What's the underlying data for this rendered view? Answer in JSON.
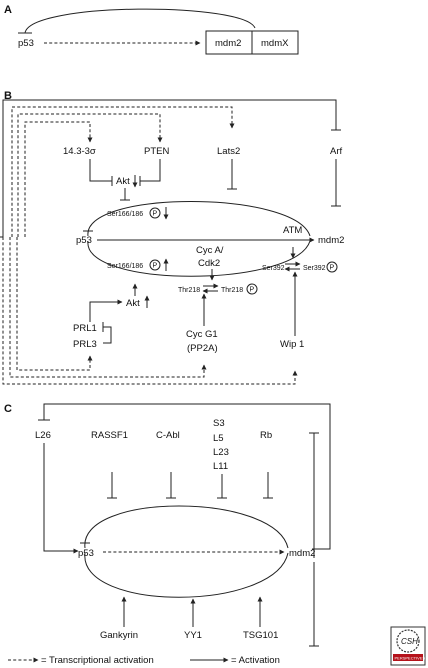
{
  "panels": {
    "a": "A",
    "b": "B",
    "c": "C"
  },
  "panel_a": {
    "p53": "p53",
    "mdm2": "mdm2",
    "mdmX": "mdmX"
  },
  "panel_b": {
    "sigma": "14.3-3σ",
    "pten": "PTEN",
    "lats2": "Lats2",
    "arf": "Arf",
    "akt": "Akt",
    "p53": "p53",
    "mdm2": "mdm2",
    "ser166_top": "Ser166/186",
    "ser166_bot": "Ser166/186",
    "cyca_l1": "Cyc A/",
    "cyca_l2": "Cdk2",
    "atm": "ATM",
    "ser392_l": "Ser392",
    "ser392_r": "Ser392",
    "thr218_l": "Thr218",
    "thr218_r": "Thr218",
    "akt2": "Akt",
    "prl1": "PRL1",
    "prl3": "PRL3",
    "cycg1_l1": "Cyc G1",
    "cycg1_l2": "(PP2A)",
    "wip1": "Wip 1",
    "phospho": "P"
  },
  "panel_c": {
    "l26": "L26",
    "rassf1": "RASSF1",
    "cabl": "C-Abl",
    "ribo": [
      "S3",
      "L5",
      "L23",
      "L11"
    ],
    "rb": "Rb",
    "p53": "p53",
    "mdm2": "mdm2",
    "gankyrin": "Gankyrin",
    "yy1": "YY1",
    "tsg101": "TSG101"
  },
  "legend": {
    "transcriptional": "= Transcriptional activation",
    "activation": "= Activation"
  },
  "logo": {
    "line1": "CSH",
    "line2": "PERSPECTIVES"
  }
}
